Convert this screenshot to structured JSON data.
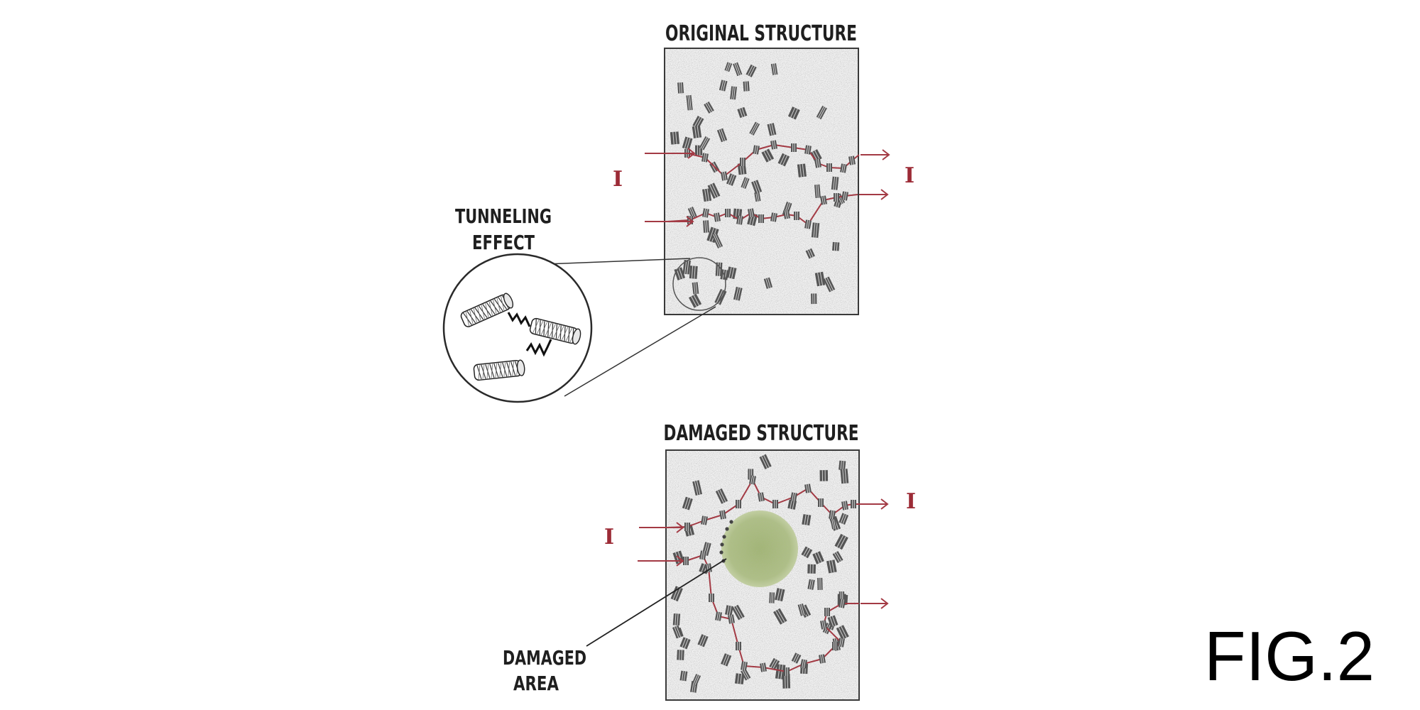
{
  "labels": {
    "original_title": "ORIGINAL STRUCTURE",
    "damaged_title": "DAMAGED STRUCTURE",
    "tunneling_line1": "TUNNELING",
    "tunneling_line2": "EFFECT",
    "damaged_area_line1": "DAMAGED",
    "damaged_area_line2": "AREA",
    "current_symbol": "I",
    "figure_label": "FIG.2"
  },
  "colors": {
    "current_path": "#a33a44",
    "panel_border": "#3a3a3a",
    "panel_fill": "#efefef",
    "damaged_area": "#a9bb80",
    "filler": "#555555",
    "current_symbol": "#9c2b36"
  }
}
